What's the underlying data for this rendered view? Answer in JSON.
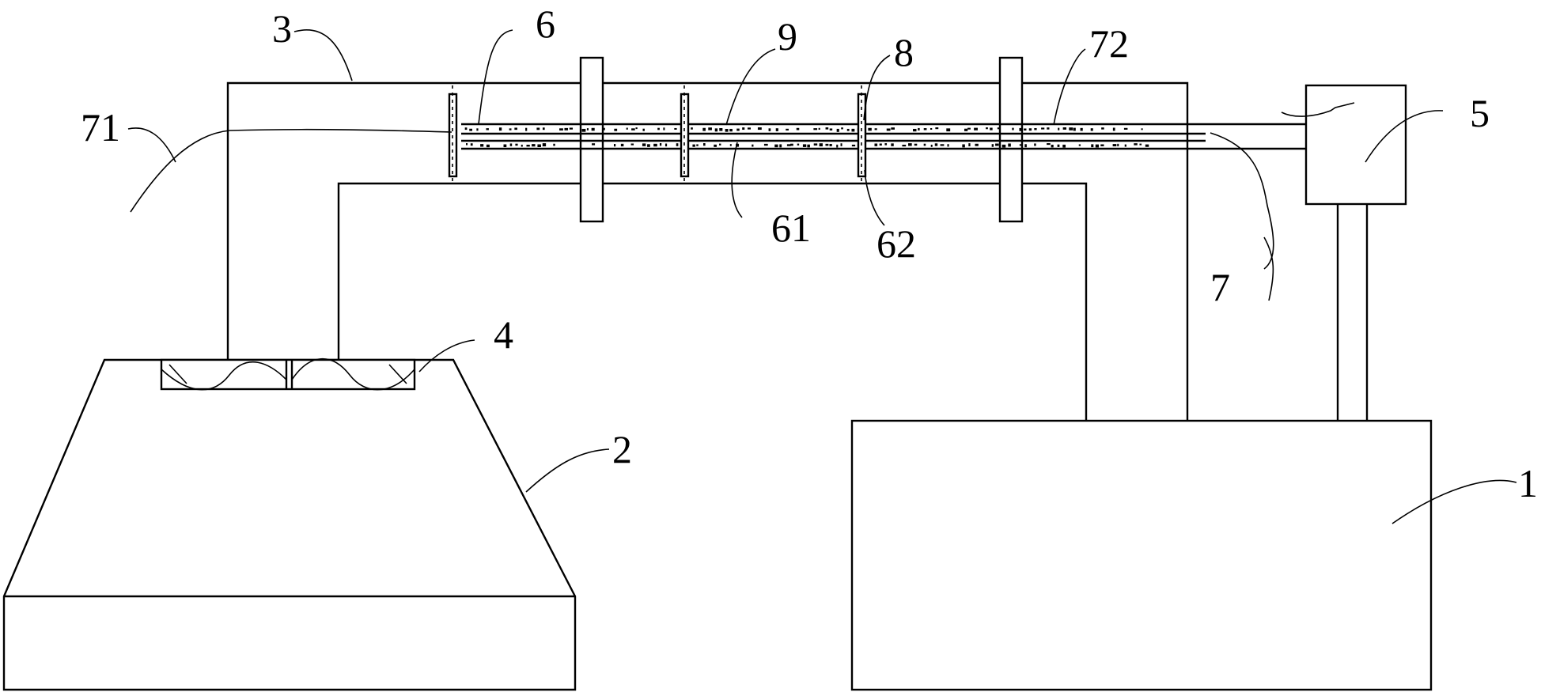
{
  "labels": {
    "l1": "1",
    "l2": "2",
    "l3": "3",
    "l4": "4",
    "l5": "5",
    "l6": "6",
    "l7": "7",
    "l8": "8",
    "l9": "9",
    "l61": "61",
    "l62": "62",
    "l71": "71",
    "l72": "72"
  }
}
